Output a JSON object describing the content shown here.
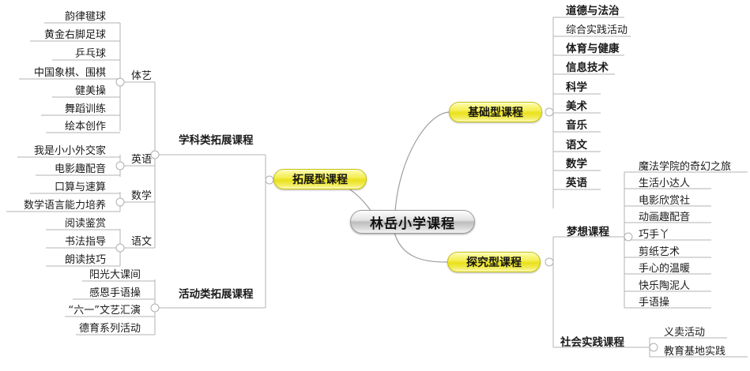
{
  "root": {
    "label": "林岳小学课程"
  },
  "branches": {
    "expand": {
      "label": "拓展型课程"
    },
    "basic": {
      "label": "基础型课程"
    },
    "inquiry": {
      "label": "探究型课程"
    }
  },
  "groups": {
    "subject_expand": {
      "label": "学科类拓展课程"
    },
    "activity_expand": {
      "label": "活动类拓展课程"
    },
    "dream": {
      "label": "梦想课程"
    },
    "social_practice": {
      "label": "社会实践课程"
    }
  },
  "categories": {
    "pe_art": {
      "label": "体艺"
    },
    "english": {
      "label": "英语"
    },
    "math": {
      "label": "数学"
    },
    "chinese": {
      "label": "语文"
    }
  },
  "leaves": {
    "pe_art": [
      "韵律毽球",
      "黄金右脚足球",
      "乒乓球",
      "中国象棋、围棋",
      "健美操",
      "舞蹈训练",
      "绘本创作"
    ],
    "english": [
      "我是小小外交家",
      "电影趣配音"
    ],
    "math": [
      "口算与速算",
      "数学语言能力培养"
    ],
    "chinese": [
      "阅读鉴赏",
      "书法指导",
      "朗读技巧"
    ],
    "activity_expand": [
      "阳光大课间",
      "感恩手语操",
      "“六一”文艺汇演",
      "德育系列活动"
    ],
    "basic": [
      "道德与法治",
      "综合实践活动",
      "体育与健康",
      "信息技术",
      "科学",
      "美术",
      "音乐",
      "语文",
      "数学",
      "英语"
    ],
    "dream": [
      "魔法学院的奇幻之旅",
      "生活小达人",
      "电影欣赏社",
      "动画趣配音",
      "巧手丫",
      "剪纸艺术",
      "手心的温暖",
      "快乐陶泥人",
      "手语操"
    ],
    "social_practice": [
      "义卖活动",
      "教育基地实践"
    ]
  },
  "colors": {
    "accent_yellow": "#eae11c",
    "center_gray": "#c9c9c9",
    "wire": "#b3b3b3",
    "text": "#1a1a1a"
  }
}
